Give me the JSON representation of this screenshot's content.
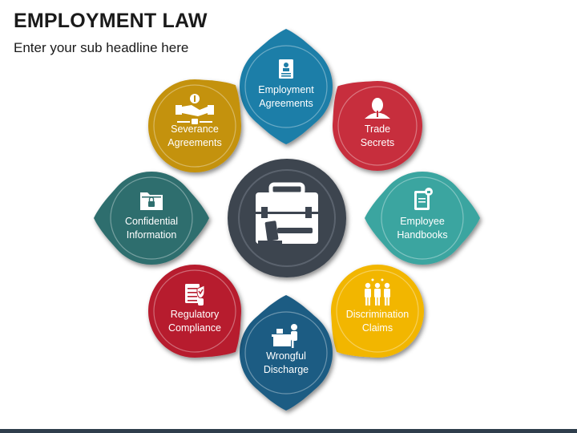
{
  "header": {
    "title": "EMPLOYMENT LAW",
    "subtitle": "Enter your sub headline here"
  },
  "colors": {
    "bottom_bar": "#2f3e4c",
    "center_ring": "#3d4550",
    "center_inner": "#4a525d",
    "shadow": "#2b2b2b"
  },
  "center": {
    "icon": "briefcase-gavel-icon"
  },
  "petals": [
    {
      "id": "employment-agreements",
      "line1": "Employment",
      "line2": "Agreements",
      "color": "#1f7ea8",
      "icon": "contract-document-icon"
    },
    {
      "id": "trade-secrets",
      "line1": "Trade",
      "line2": "Secrets",
      "color": "#c72e3d",
      "icon": "secret-person-icon"
    },
    {
      "id": "employee-handbooks",
      "line1": "Employee",
      "line2": "Handbooks",
      "color": "#3aa5a0",
      "icon": "handbook-icon"
    },
    {
      "id": "discrimination-claims",
      "line1": "Discrimination",
      "line2": "Claims",
      "color": "#f2b600",
      "icon": "people-group-icon"
    },
    {
      "id": "wrongful-discharge",
      "line1": "Wrongful",
      "line2": "Discharge",
      "color": "#1c5c83",
      "icon": "fired-worker-icon"
    },
    {
      "id": "regulatory-compliance",
      "line1": "Regulatory",
      "line2": "Compliance",
      "color": "#b71d2e",
      "icon": "compliance-checklist-icon"
    },
    {
      "id": "confidential-information",
      "line1": "Confidential",
      "line2": "Information",
      "color": "#2e6e6e",
      "icon": "locked-folder-icon"
    },
    {
      "id": "severance-agreements",
      "line1": "Severance",
      "line2": "Agreements",
      "color": "#c4920b",
      "icon": "handshake-money-icon"
    }
  ]
}
